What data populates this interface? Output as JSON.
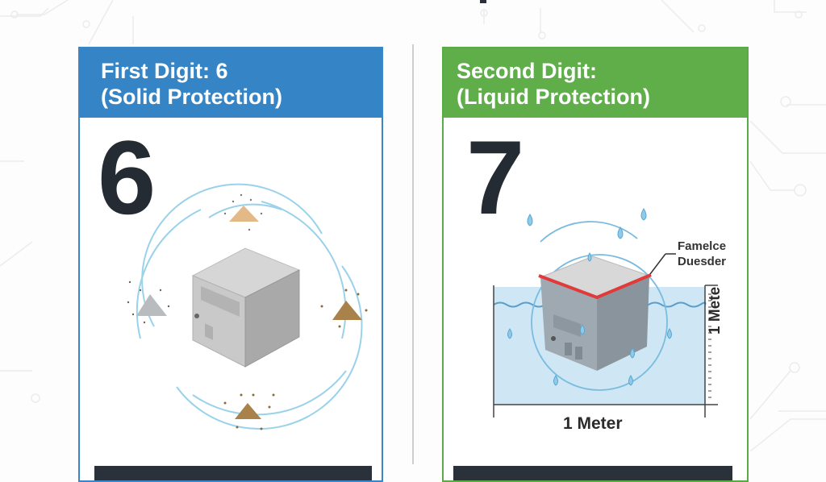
{
  "colors": {
    "solid_accent": "#3484c6",
    "liquid_accent": "#5fae4a",
    "digit_text": "#252b33",
    "footer_bar": "#2b313a",
    "seal_red": "#e03a3a",
    "water": "#bfe0f0",
    "ring": "#8fcbe6"
  },
  "solid_panel": {
    "title_line1": "First Digit: 6",
    "title_line2": "(Solid Protection)",
    "digit": "6",
    "illustration": "enclosure-box-surrounded-by-dust-piles"
  },
  "liquid_panel": {
    "title_line1": "Second Digit:",
    "title_line2": "(Liquid Protection)",
    "digit": "7",
    "illustration": "enclosure-box-submerged-in-water",
    "callout_line1": "Famelce",
    "callout_line2": "Duesder",
    "depth_label": "1 Mete",
    "width_label": "1 Meter"
  }
}
